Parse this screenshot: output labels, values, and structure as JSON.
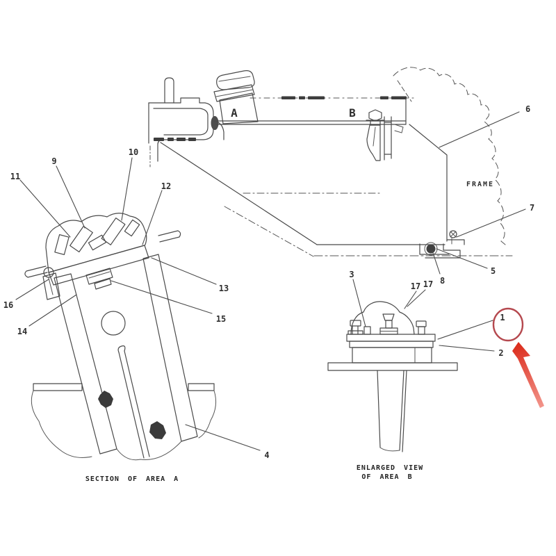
{
  "figure": {
    "type": "technical-parts-diagram",
    "background_color": "#ffffff",
    "line_color": "#4a4a4a",
    "highlight_circle_color": "#b5494f",
    "highlight_arrow_color": "#e23b2e"
  },
  "main_view": {
    "frame_label": "FRAME",
    "area_a_label": "A",
    "area_b_label": "B",
    "callouts": {
      "c5": "5",
      "c6": "6",
      "c7": "7",
      "c8": "8"
    }
  },
  "section_view": {
    "caption": "SECTION OF AREA A",
    "callouts": {
      "c4": "4",
      "c9": "9",
      "c10": "10",
      "c11": "11",
      "c12": "12",
      "c13": "13",
      "c14": "14",
      "c15": "15",
      "c16": "16"
    }
  },
  "enlarged_view": {
    "caption_line1": "ENLARGED VIEW",
    "caption_line2": "OF AREA B",
    "callouts": {
      "c1": "1",
      "c2": "2",
      "c3": "3",
      "c17a": "17",
      "c17b": "17"
    },
    "highlighted_part": "1"
  }
}
